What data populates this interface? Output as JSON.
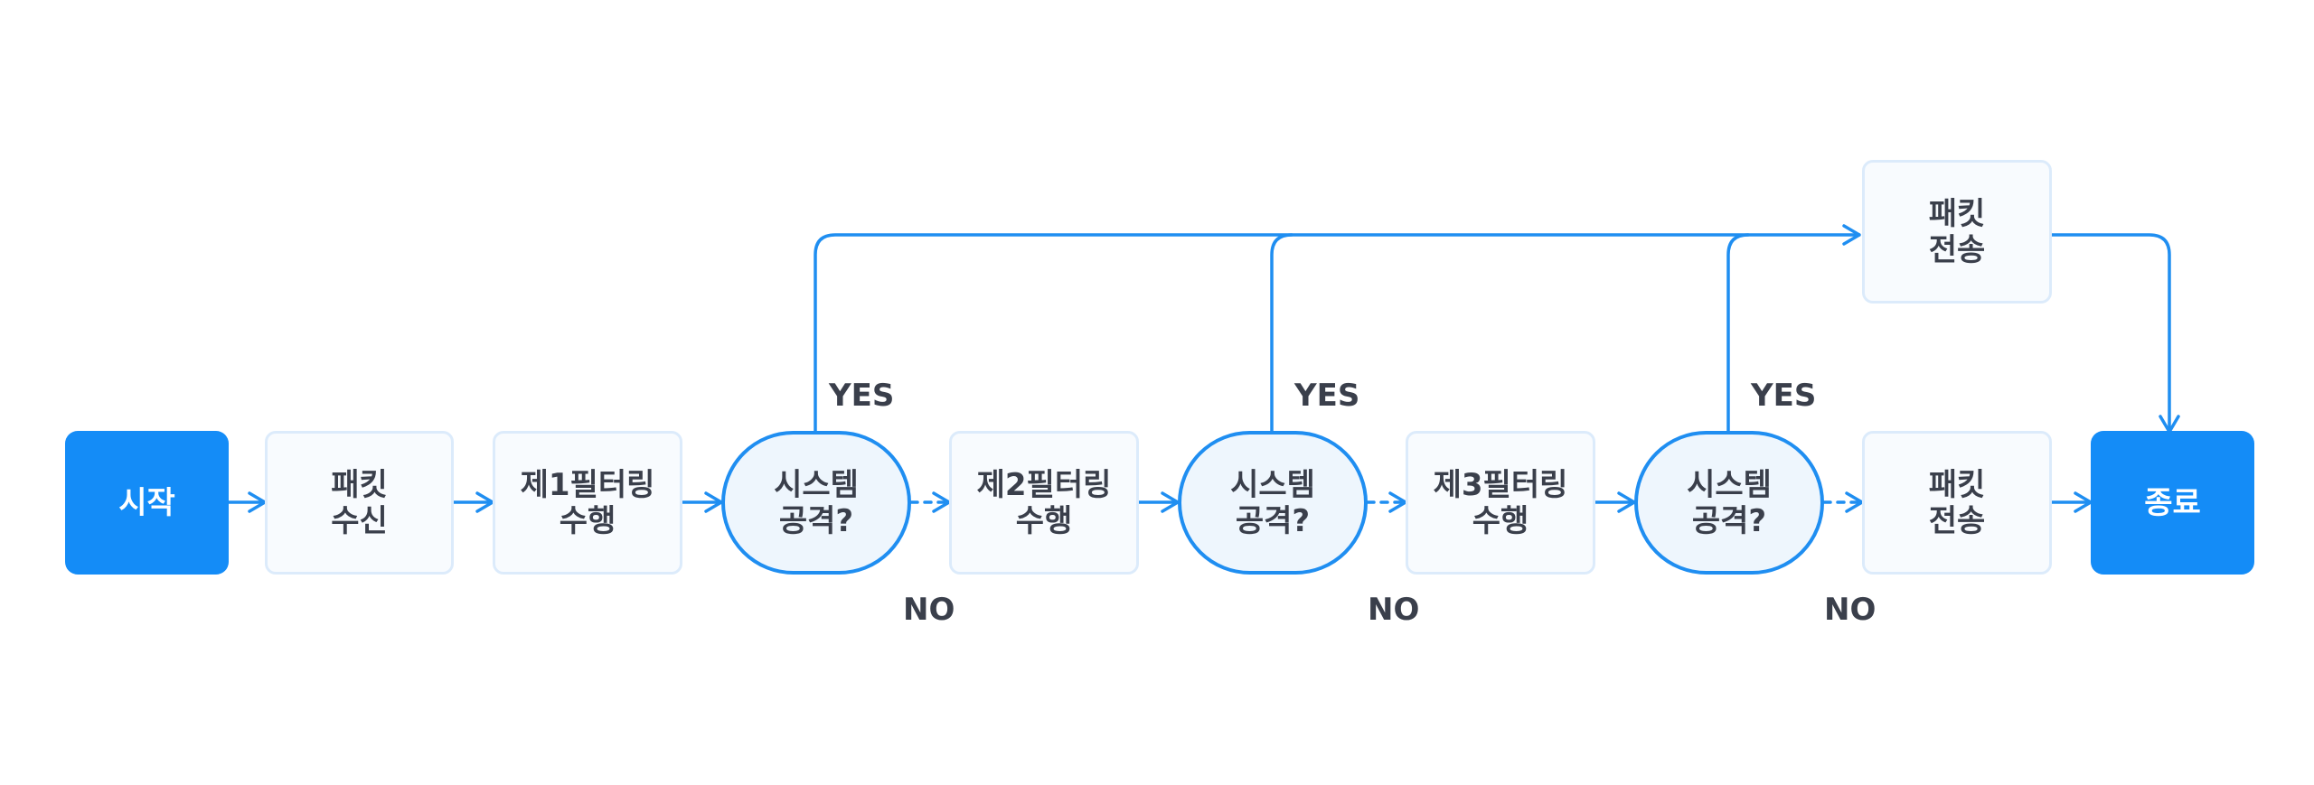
{
  "colors": {
    "accent": "#148cf7",
    "line": "#1f8ef1",
    "text": "#3a3f4b",
    "process_fill": "#f8fbfe",
    "process_border": "#dcebfb",
    "decision_fill": "#eef6fd"
  },
  "nodes": {
    "start": "시작",
    "receive": "패킷\n수신",
    "filter1": "제1필터링\n수행",
    "check1": "시스템\n공격?",
    "filter2": "제2필터링\n수행",
    "check2": "시스템\n공격?",
    "filter3": "제3필터링\n수행",
    "check3": "시스템\n공격?",
    "send_bottom": "패킷\n전송",
    "send_top": "패킷\n전송",
    "end": "종료"
  },
  "labels": {
    "yes1": "YES",
    "yes2": "YES",
    "yes3": "YES",
    "no1": "NO",
    "no2": "NO",
    "no3": "NO"
  }
}
